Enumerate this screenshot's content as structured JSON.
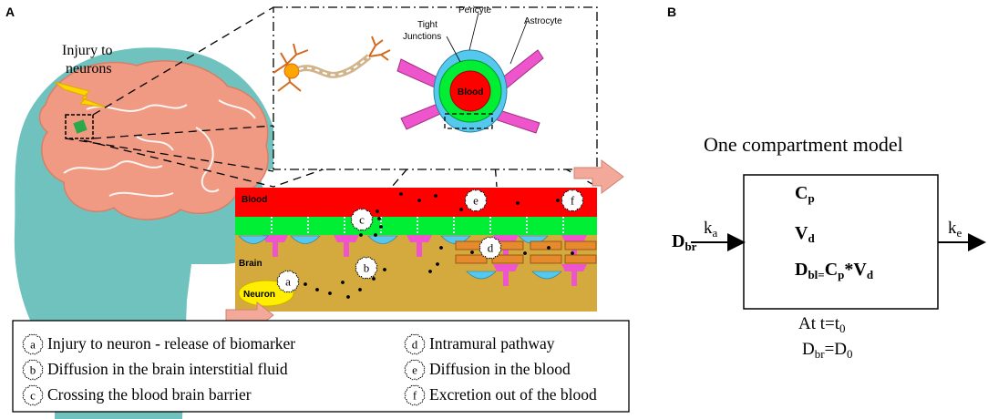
{
  "panel_a": {
    "label": "A",
    "injury_label_line1": "Injury to",
    "injury_label_line2": "neurons",
    "inset": {
      "pericyte": "Pericyte",
      "astrocyte": "Astrocyte",
      "tight_junctions_line1": "Tight",
      "tight_junctions_line2": "Junctions",
      "blood": "Blood"
    },
    "cross_section": {
      "blood": "Blood",
      "brain": "Brain",
      "neuron": "Neuron"
    },
    "markers": [
      "a",
      "b",
      "c",
      "d",
      "e",
      "f"
    ],
    "legend": [
      {
        "key": "a",
        "text": "Injury to neuron - release of biomarker"
      },
      {
        "key": "b",
        "text": "Diffusion in the brain interstitial fluid"
      },
      {
        "key": "c",
        "text": "Crossing the blood brain barrier"
      },
      {
        "key": "d",
        "text": "Intramural pathway"
      },
      {
        "key": "e",
        "text": "Diffusion in the blood"
      },
      {
        "key": "f",
        "text": "Excretion out of the blood"
      }
    ]
  },
  "panel_b": {
    "label": "B",
    "title": "One compartment model",
    "cp": {
      "base": "C",
      "sub": "p"
    },
    "vd": {
      "base": "V",
      "sub": "d"
    },
    "dbl": {
      "base": "D",
      "sub": "bl=",
      "rest1": "C",
      "sub2": "p",
      "rest2": "*V",
      "sub3": "d"
    },
    "input": {
      "base": "D",
      "sub": "br"
    },
    "ka": {
      "base": "k",
      "sub": "a"
    },
    "ke": {
      "base": "k",
      "sub": "e"
    },
    "initial_line1": {
      "base": "At t=t",
      "sub": "0"
    },
    "initial_line2": {
      "base": "D",
      "sub": "br",
      "rest": "=D",
      "sub2": "0"
    }
  },
  "colors": {
    "head": "#6fc2be",
    "brain": "#f19a83",
    "blood": "#ff0000",
    "endothelium": "#00ee33",
    "brain_tissue": "#d4aa3e",
    "astrocyte": "#ee55cc",
    "pericyte": "#55c8ee",
    "neuron": "#ffee00",
    "arrow": "#f2a99a"
  }
}
